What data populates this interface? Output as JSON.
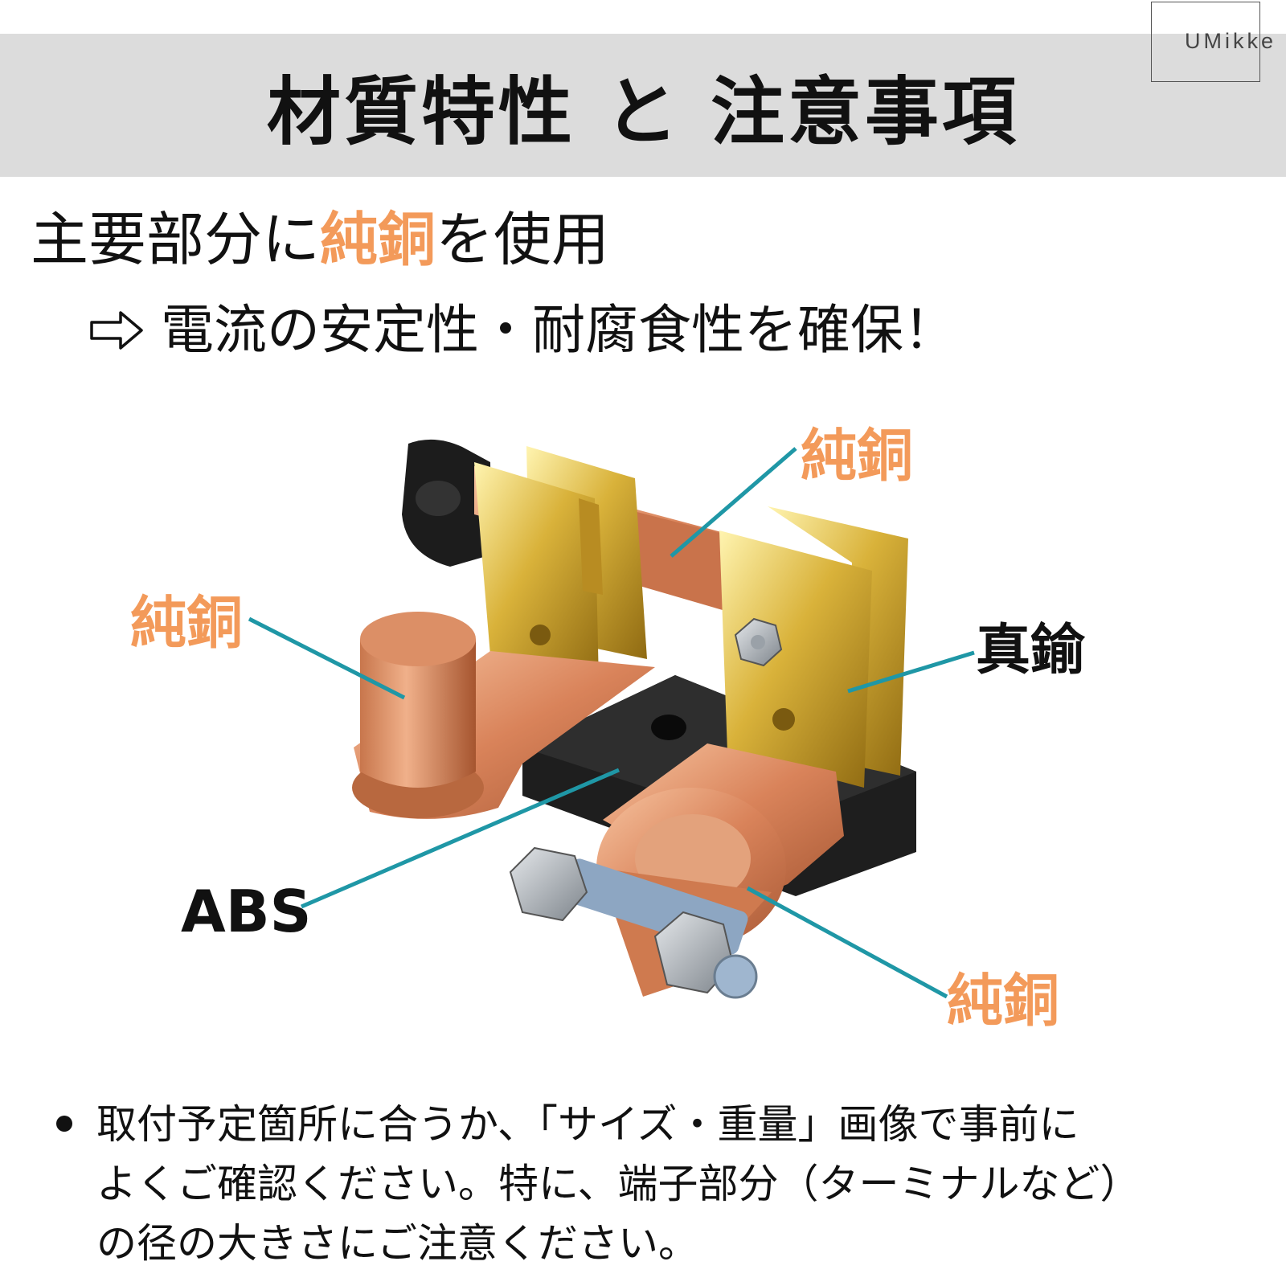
{
  "logo": {
    "text": "UMikke"
  },
  "title": "材質特性 と 注意事項",
  "headline": {
    "before": "主要部分に",
    "accent": "純銅",
    "after": "を使用"
  },
  "subline": {
    "arrow_icon": "outline-right-arrow-icon",
    "text": "電流の安定性・耐腐食性を確保！"
  },
  "callouts": {
    "top_copper": "純銅",
    "left_copper": "純銅",
    "brass": "真鍮",
    "abs": "ABS",
    "bottom_copper": "純銅"
  },
  "notes": {
    "line1": "取付予定箇所に合うか、「サイズ・重量」画像で事前に",
    "line2": "よくご確認ください。特に、端子部分（ターミナルなど）",
    "line3": "の径の大きさにご注意ください。"
  },
  "colors": {
    "accent": "#f39a5a",
    "leader_line": "#1f97a6",
    "title_band": "#dcdcdc"
  }
}
